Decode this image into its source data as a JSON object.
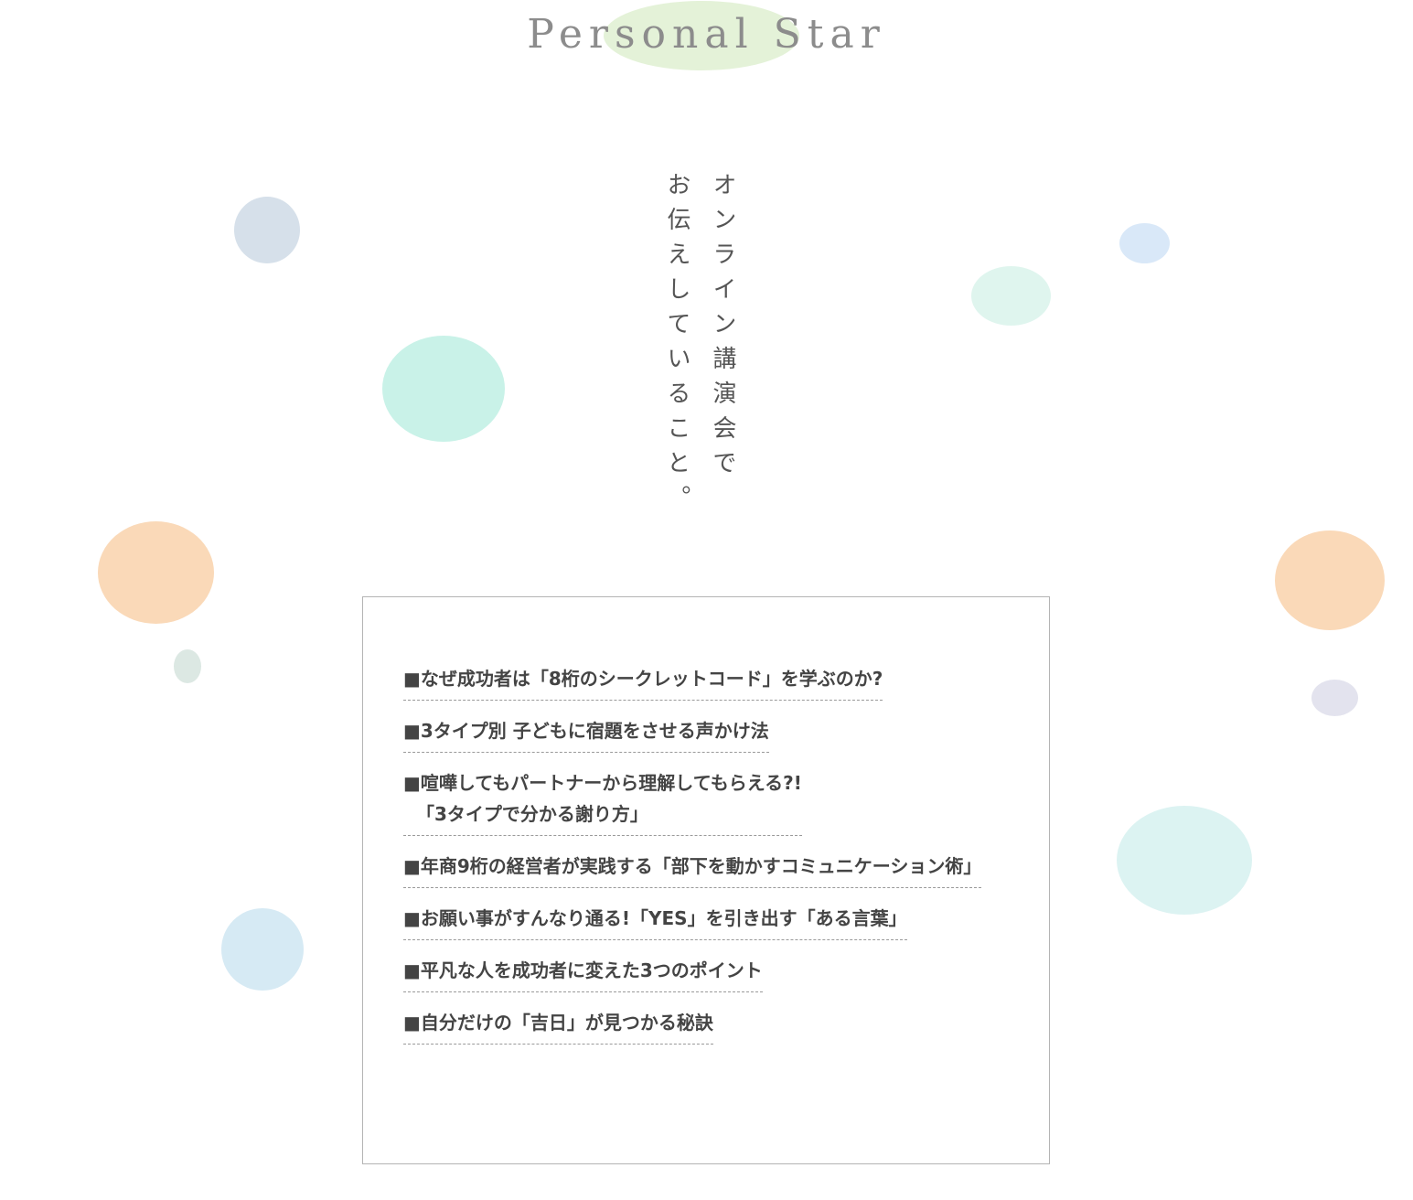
{
  "header": {
    "title": "Personal Star"
  },
  "heading": {
    "line1": "オンライン講演会で",
    "line2": "お伝えしていること。"
  },
  "topics": [
    {
      "lines": [
        "■なぜ成功者は「8桁のシークレットコード」を学ぶのか?"
      ]
    },
    {
      "lines": [
        "■3タイプ別 子どもに宿題をさせる声かけ法"
      ]
    },
    {
      "lines": [
        "■喧嘩してもパートナーから理解してもらえる?!",
        "「3タイプで分かる謝り方」"
      ]
    },
    {
      "lines": [
        "■年商9桁の経営者が実践する「部下を動かすコミュニケーション術」"
      ]
    },
    {
      "lines": [
        "■お願い事がすんなり通る!「YES」を引き出す「ある言葉」"
      ]
    },
    {
      "lines": [
        "■平凡な人を成功者に変えた3つのポイント"
      ]
    },
    {
      "lines": [
        "■自分だけの「吉日」が見つかる秘訣"
      ]
    }
  ],
  "colors": {
    "title_bubble": "#e4f2d8",
    "mint": "#c9f2e8",
    "light_mint": "#dff5ee",
    "slate": "#d6e0ea",
    "sky": "#d6eaf4",
    "pale_blue": "#d9e8f8",
    "peach": "#fad9b8",
    "sage": "#dce8e3",
    "lavender": "#e3e3ee",
    "aqua": "#dcf3f2"
  }
}
